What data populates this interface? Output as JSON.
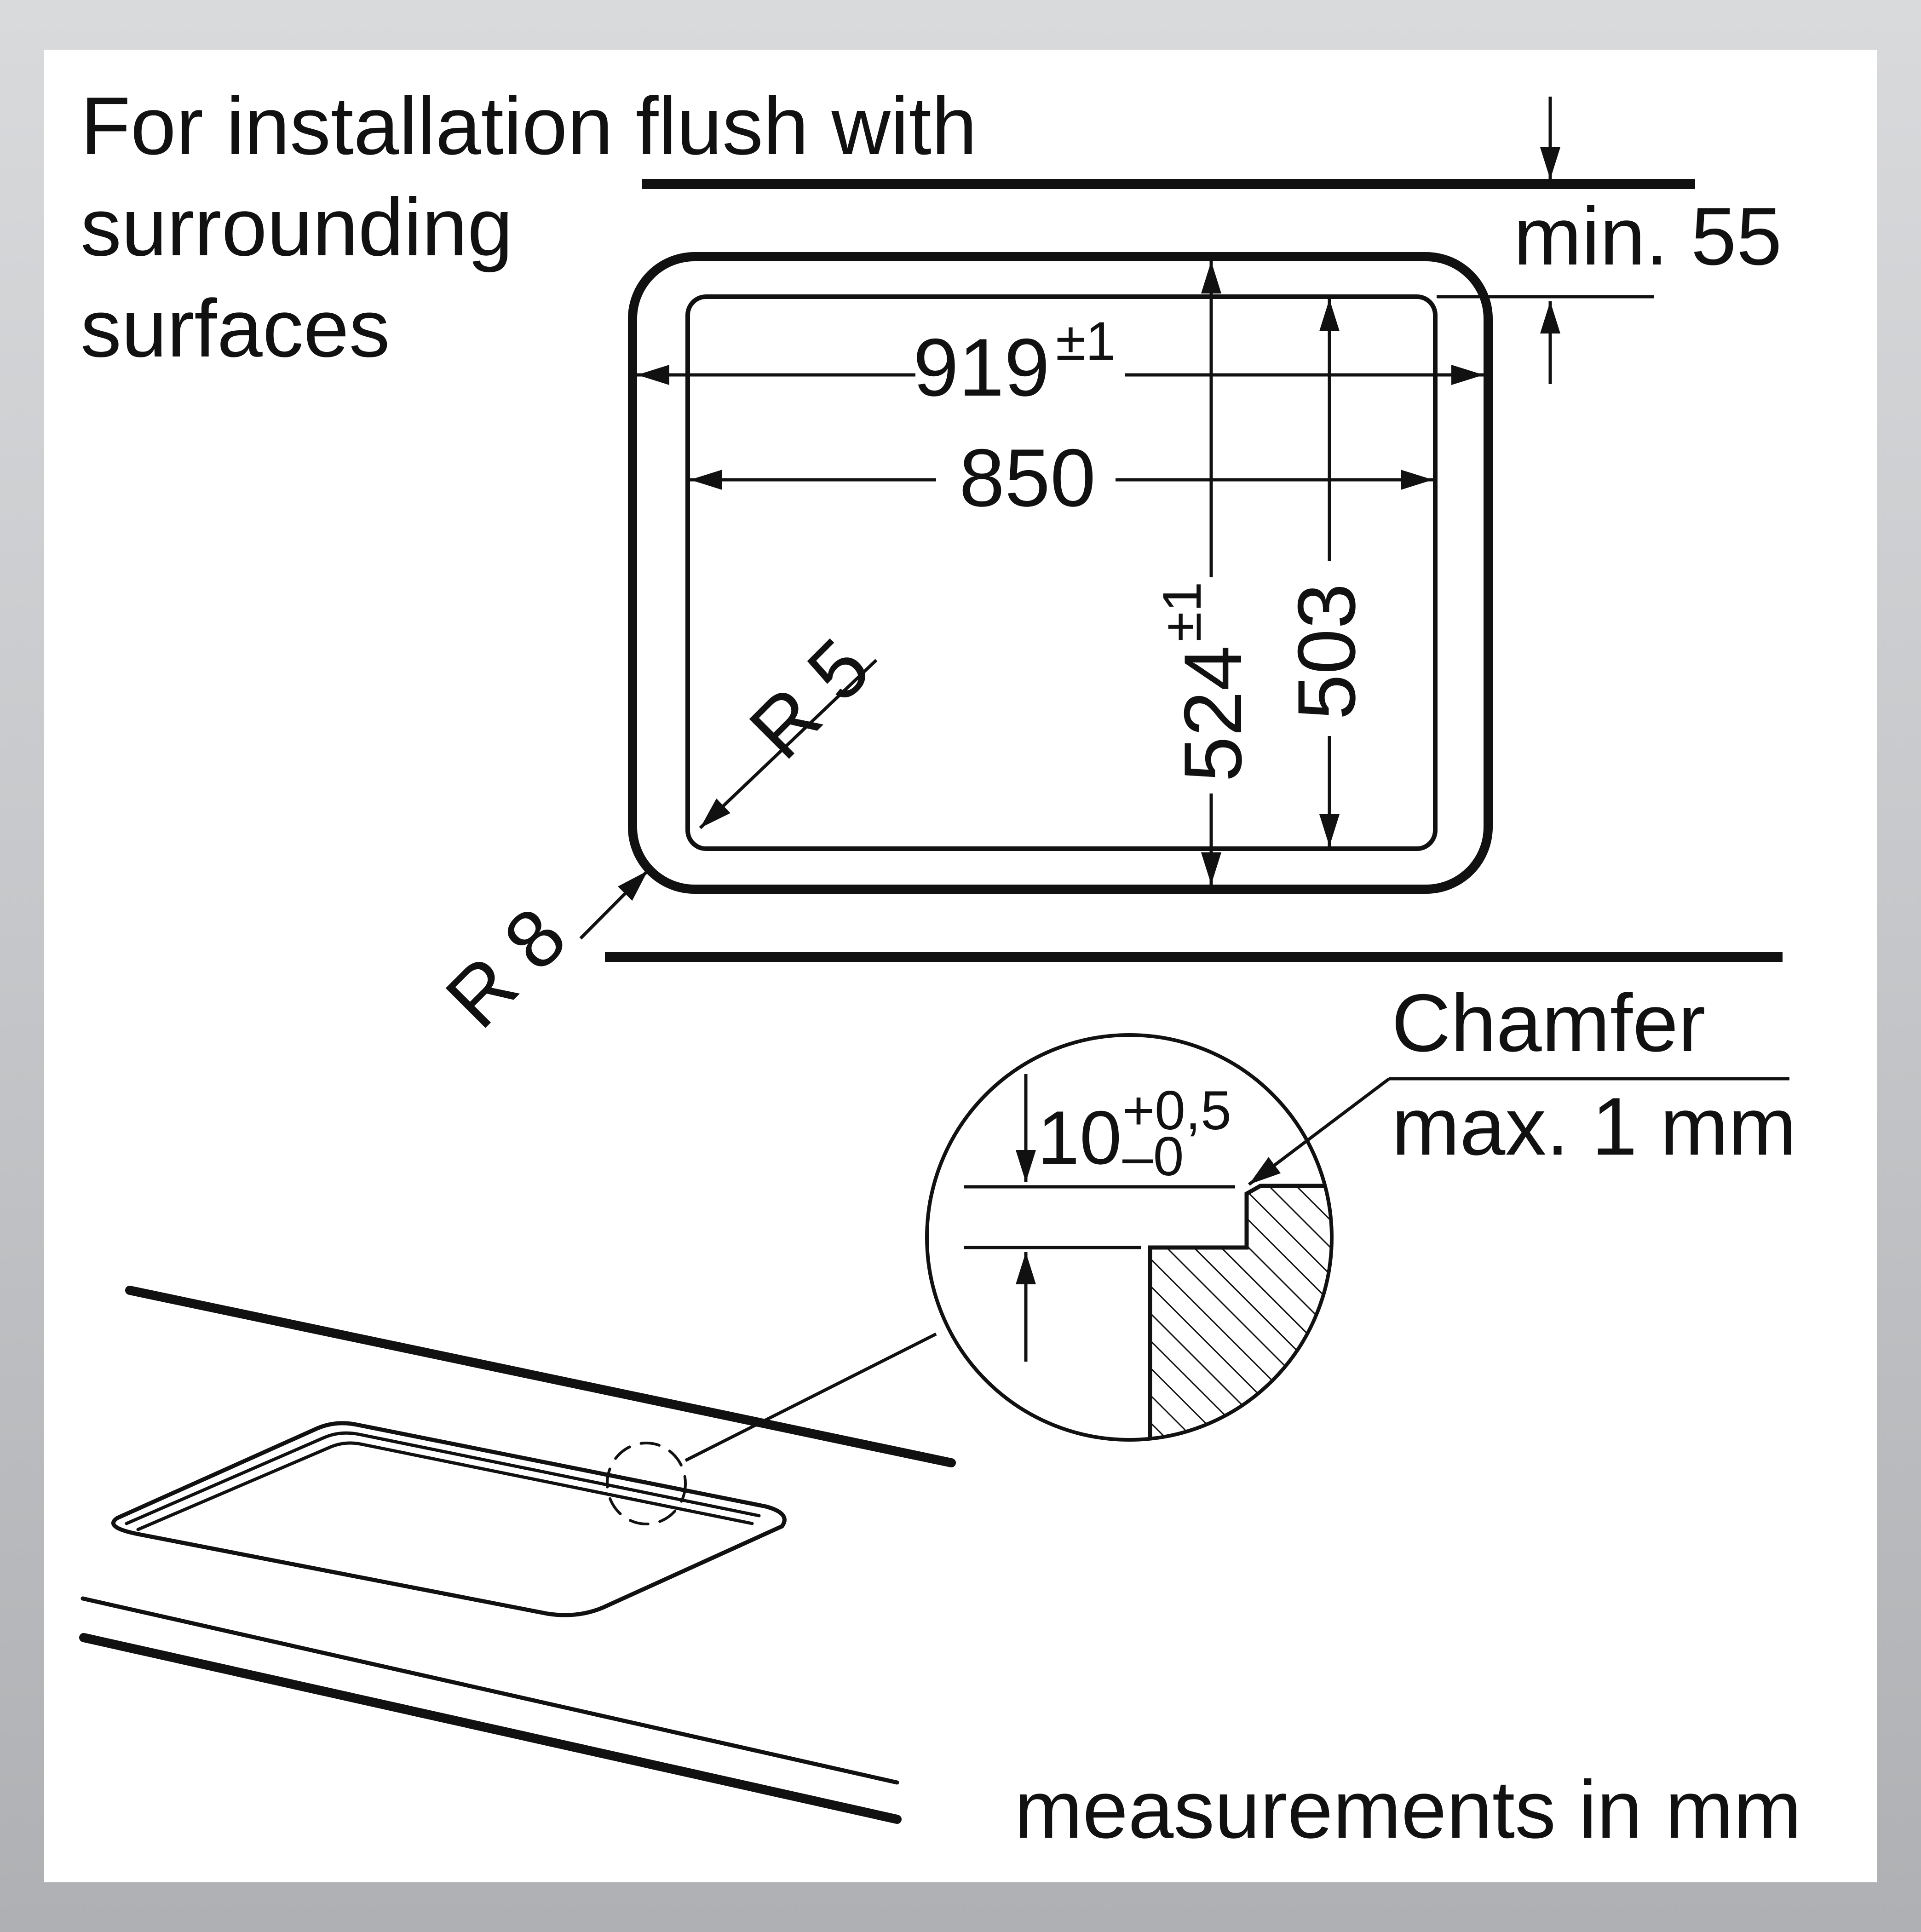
{
  "title_lines": [
    "For installation flush with",
    "surrounding",
    "surfaces"
  ],
  "top_view": {
    "min_label": "min. 55",
    "dim_919": "919",
    "dim_919_tol": "±1",
    "dim_850": "850",
    "dim_524": "524",
    "dim_524_tol": "±1",
    "dim_503": "503",
    "radius_inner": "R 5",
    "radius_outer": "R 8"
  },
  "detail": {
    "depth_value": "10",
    "tol_upper": "+0,5",
    "tol_lower": "–0",
    "chamfer_line1": "Chamfer",
    "chamfer_line2": "max. 1 mm"
  },
  "footer": "measurements in mm",
  "colors": {
    "line": "#111111",
    "background": "#ffffff",
    "frame": "#c4c6c9"
  }
}
